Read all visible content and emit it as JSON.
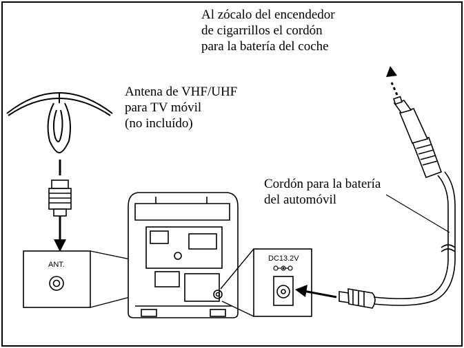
{
  "labels": {
    "lighter_socket": [
      "Al zócalo del encendedor",
      "de cigarrillos el cordón",
      "para la batería del coche"
    ],
    "antenna": [
      "Antena de VHF/UHF",
      "para TV móvil",
      "(no incluído)"
    ],
    "battery_cord": [
      "Cordón para la batería",
      "del automóvil"
    ],
    "ant_jack": "ANT.",
    "dc_jack": "DC13.2V"
  }
}
